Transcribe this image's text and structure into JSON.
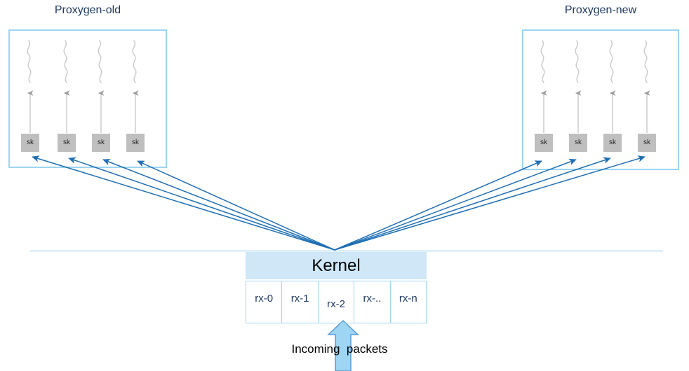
{
  "diagram": {
    "title_left": "Proxygen-old",
    "title_right": "Proxygen-new",
    "kernel_label": "Kernel",
    "incoming_label": "Incoming  packets",
    "sk_label": "sk",
    "rx_queues": [
      "rx-0",
      "rx-1",
      "rx-2",
      "rx-..",
      "rx-n"
    ],
    "colors": {
      "box_border": "#9DD5F2",
      "title_text": "#1F3864",
      "kernel_fill": "#CFE7F7",
      "sk_fill": "#BFBFBF",
      "arrow_blue": "#1F6FB5",
      "arrow_gray": "#BFBFBF",
      "incoming_arrow_fill": "#9DD5F2",
      "incoming_arrow_stroke": "#5B9BD5",
      "divider_line": "#CFE7F7"
    },
    "left_sk_count": 4,
    "right_sk_count": 4,
    "squiggle_count_left": 4,
    "squiggle_count_right": 4
  }
}
